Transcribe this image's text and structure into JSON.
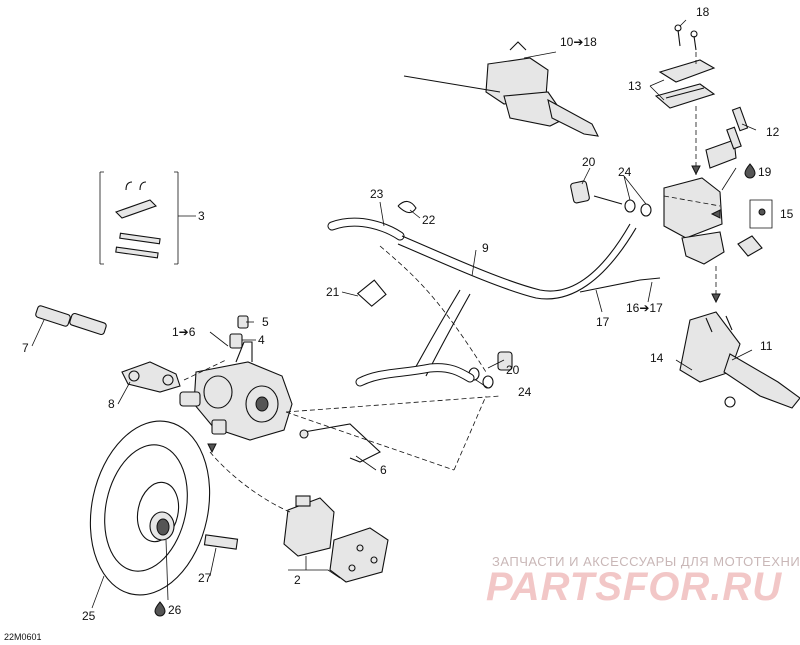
{
  "diagram_code": "22M0601",
  "watermark": {
    "line1": "ЗАПЧАСТИ И АКСЕССУАРЫ ДЛЯ МОТОТЕХНИКИ",
    "line2": "PARTSFOR.RU"
  },
  "callouts": {
    "c1_6": "1➔6",
    "c2": "2",
    "c3": "3",
    "c4": "4",
    "c5": "5",
    "c6": "6",
    "c7": "7",
    "c8": "8",
    "c9": "9",
    "c10_18": "10➔18",
    "c11": "11",
    "c12": "12",
    "c13": "13",
    "c14": "14",
    "c15": "15",
    "c16_17": "16➔17",
    "c17": "17",
    "c18": "18",
    "c19": "19",
    "c20a": "20",
    "c20b": "20",
    "c21": "21",
    "c22": "22",
    "c23": "23",
    "c24a": "24",
    "c24b": "24",
    "c25": "25",
    "c26": "26",
    "c27": "27"
  }
}
